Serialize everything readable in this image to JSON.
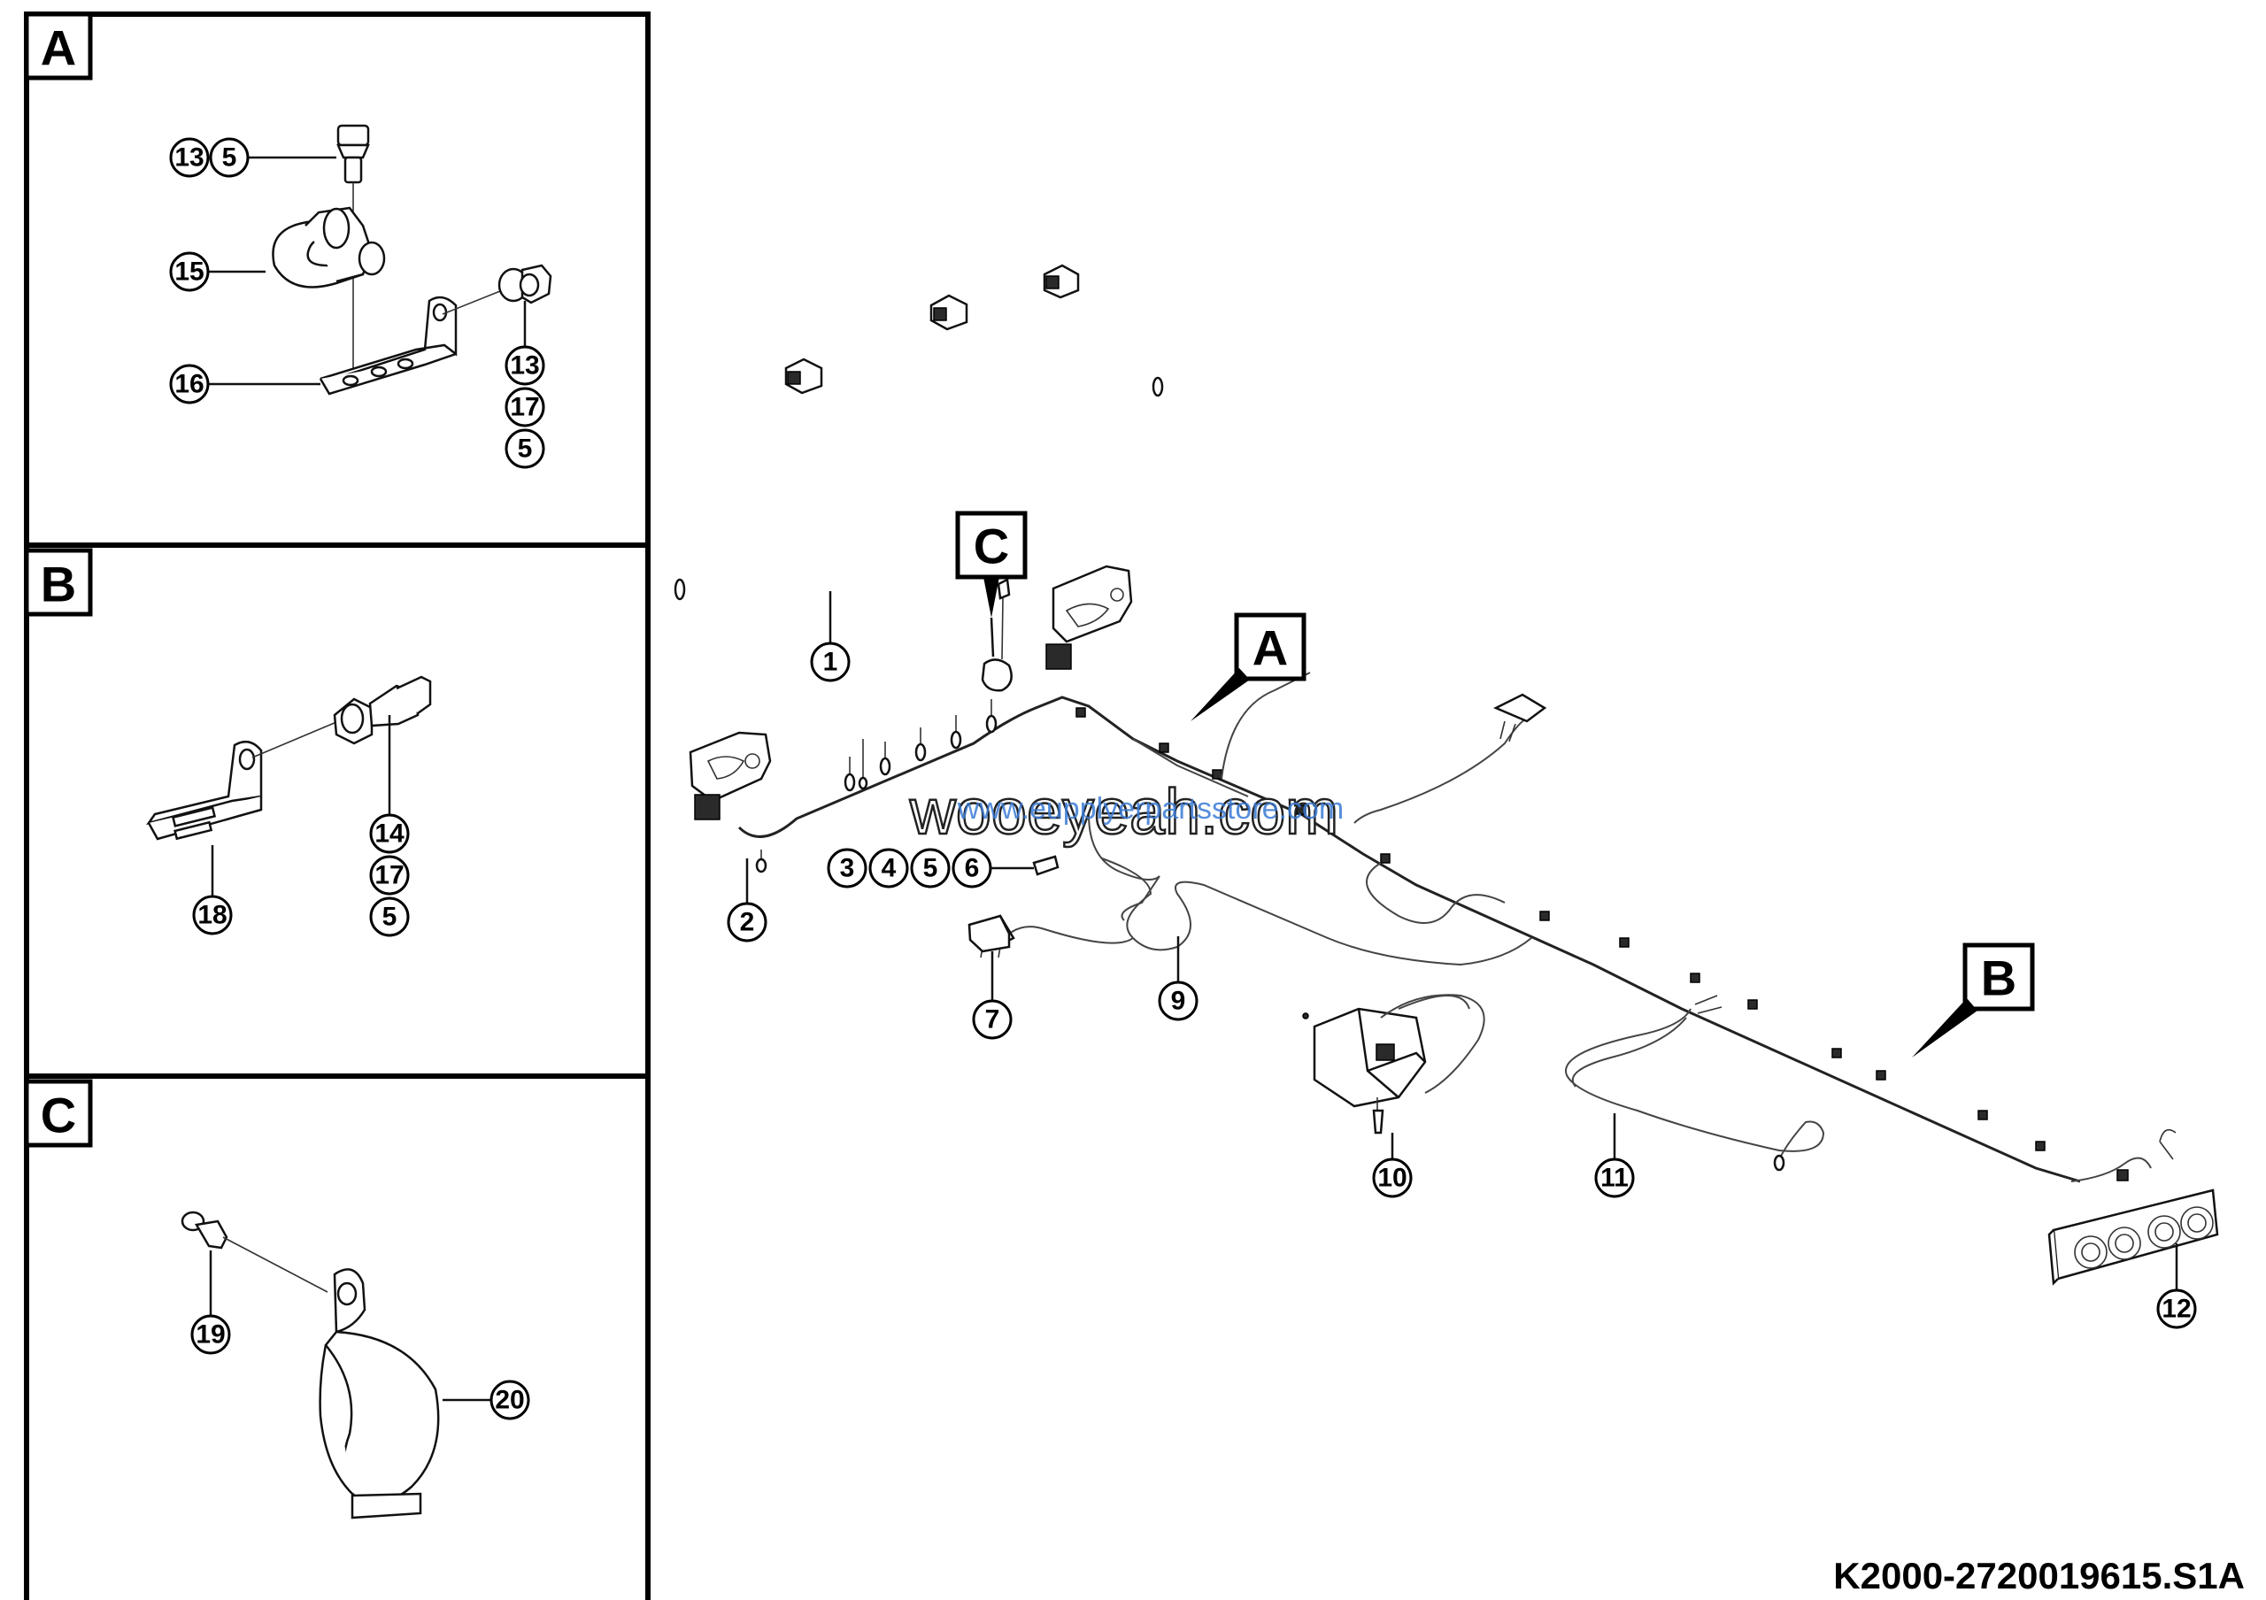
{
  "panels": {
    "a": {
      "letter": "A"
    },
    "b": {
      "letter": "B"
    },
    "c": {
      "letter": "C"
    }
  },
  "callouts": {
    "a_13": "13",
    "a_5": "5",
    "a_15": "15",
    "a_16": "16",
    "a_13b": "13",
    "a_17": "17",
    "a_5b": "5",
    "b_14": "14",
    "b_17": "17",
    "b_5": "5",
    "b_18": "18",
    "c_19": "19",
    "c_20": "20",
    "m_1": "1",
    "m_2": "2",
    "m_3": "3",
    "m_4": "4",
    "m_5": "5",
    "m_6": "6",
    "m_7": "7",
    "m_9": "9",
    "m_10": "10",
    "m_11": "11",
    "m_12": "12"
  },
  "detail_markers": {
    "a": "A",
    "b": "B",
    "c": "C"
  },
  "watermark": {
    "main": "wooeyeah.com",
    "sub": "www.eupplyerpartsstore.com"
  },
  "drawing_code": "K2000-2720019615.S1A",
  "colors": {
    "line": "#000000",
    "watermark_sub": "#3a7bd5"
  }
}
